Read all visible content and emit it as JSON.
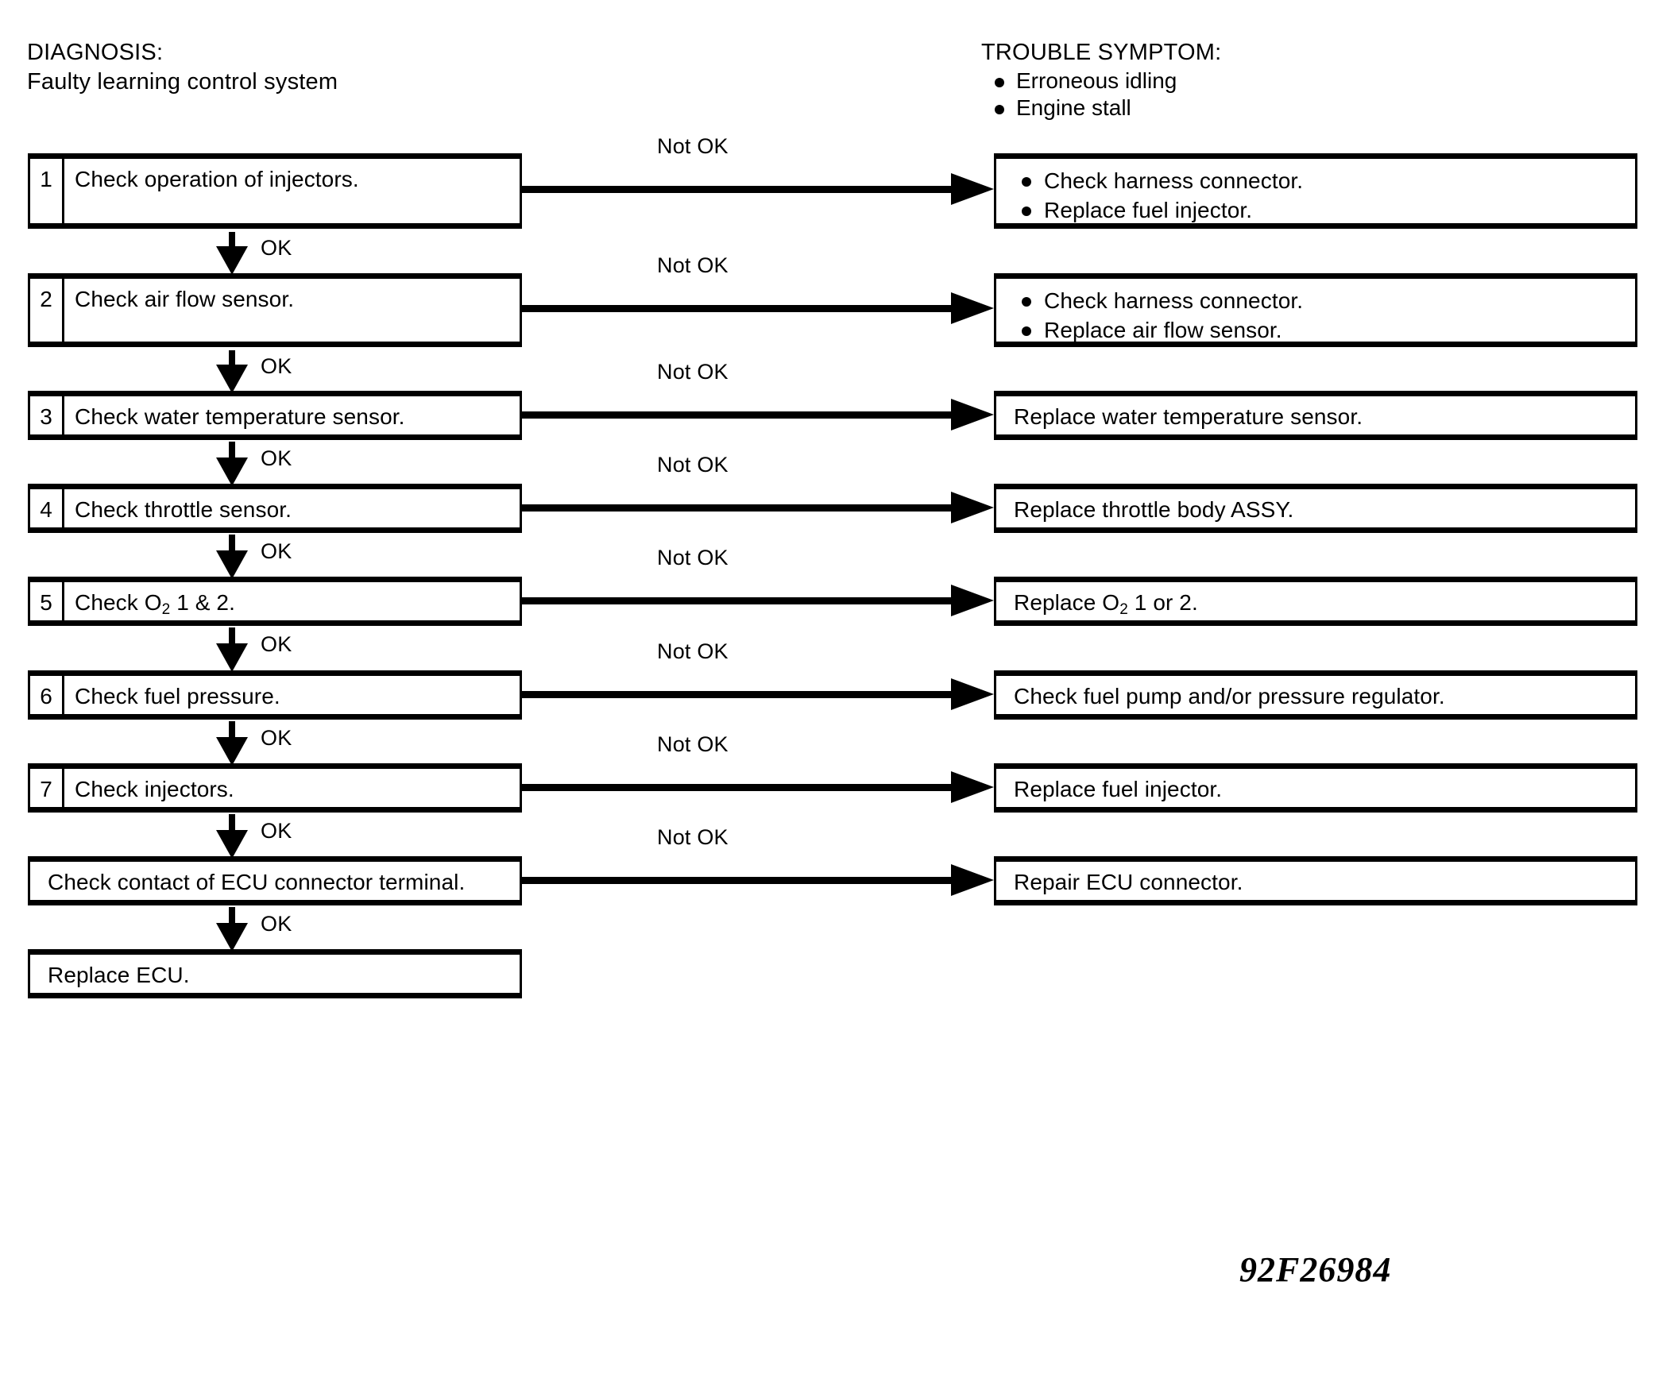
{
  "header": {
    "diagnosis_label": "DIAGNOSIS:",
    "diagnosis_value": "Faulty learning control system",
    "symptom_label": "TROUBLE SYMPTOM:",
    "symptoms": [
      "Erroneous idling",
      "Engine stall"
    ]
  },
  "labels": {
    "ok": "OK",
    "not_ok": "Not OK"
  },
  "steps": [
    {
      "number": "1",
      "check": "Check operation of injectors.",
      "branch_label": "Not OK",
      "actions": [
        "Check harness connector.",
        "Replace fuel injector."
      ],
      "next_label": "OK"
    },
    {
      "number": "2",
      "check": "Check air flow sensor.",
      "branch_label": "Not OK",
      "actions": [
        "Check harness connector.",
        "Replace air flow sensor."
      ],
      "next_label": "OK"
    },
    {
      "number": "3",
      "check": "Check water temperature sensor.",
      "branch_label": "Not OK",
      "actions": [
        "Replace water temperature sensor."
      ],
      "next_label": "OK"
    },
    {
      "number": "4",
      "check": "Check throttle sensor.",
      "branch_label": "Not OK",
      "actions": [
        "Replace throttle body ASSY."
      ],
      "next_label": "OK"
    },
    {
      "number": "5",
      "check_html": "Check O2 1 & 2.",
      "check_prefix": "Check O",
      "check_sub": "2",
      "check_suffix": " 1 & 2.",
      "branch_label": "Not OK",
      "action_prefix": "Replace O",
      "action_sub": "2",
      "action_suffix": " 1 or 2.",
      "next_label": "OK"
    },
    {
      "number": "6",
      "check": "Check fuel pressure.",
      "branch_label": "Not OK",
      "actions": [
        "Check fuel pump and/or pressure regulator."
      ],
      "next_label": "OK"
    },
    {
      "number": "7",
      "check": "Check injectors.",
      "branch_label": "Not OK",
      "actions": [
        "Replace fuel injector."
      ],
      "next_label": "OK"
    },
    {
      "number": "",
      "check": "Check contact of ECU connector terminal.",
      "branch_label": "Not OK",
      "actions": [
        "Repair ECU connector."
      ],
      "next_label": "OK"
    },
    {
      "number": "",
      "check": "Replace ECU.",
      "branch_label": "",
      "actions": [],
      "next_label": ""
    }
  ],
  "part_number": "92F26984"
}
